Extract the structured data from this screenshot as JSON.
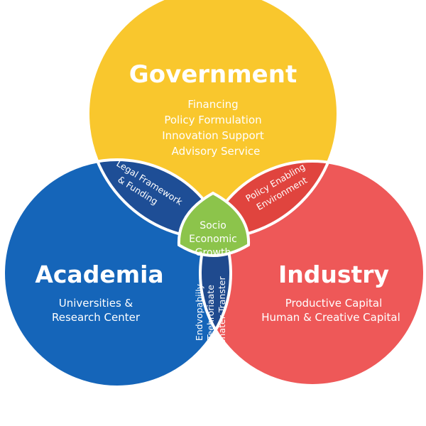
{
  "colors": {
    "government": "#F9C72D",
    "academia": "#1565B9",
    "industry": "#EE5858",
    "gov_academia_overlap": "#1E4E96",
    "gov_industry_overlap": "#E0443E",
    "academia_industry_overlap": "#1F4A8E",
    "center": "#8CC44B",
    "outline": "#ffffff",
    "text": "#ffffff"
  },
  "government": {
    "title": "Government",
    "items": [
      "Financing",
      "Policy Formulation",
      "Innovation Support",
      "Advisory Service"
    ]
  },
  "academia": {
    "title": "Academia",
    "items": [
      "Universities &",
      "Research Center"
    ]
  },
  "industry": {
    "title": "Industry",
    "items": [
      "Productive Capital",
      "Human & Creative Capital"
    ]
  },
  "overlaps": {
    "gov_academia": [
      "Legal Framework",
      "& Funding"
    ],
    "gov_industry": [
      "Policy Enabling",
      "Environment"
    ],
    "academia_industry": [
      "Endvopabiily",
      "Teehroriaate",
      "Trasnater Transter"
    ]
  },
  "center": {
    "lines": [
      "Socio",
      "Economic",
      "Growth"
    ]
  }
}
